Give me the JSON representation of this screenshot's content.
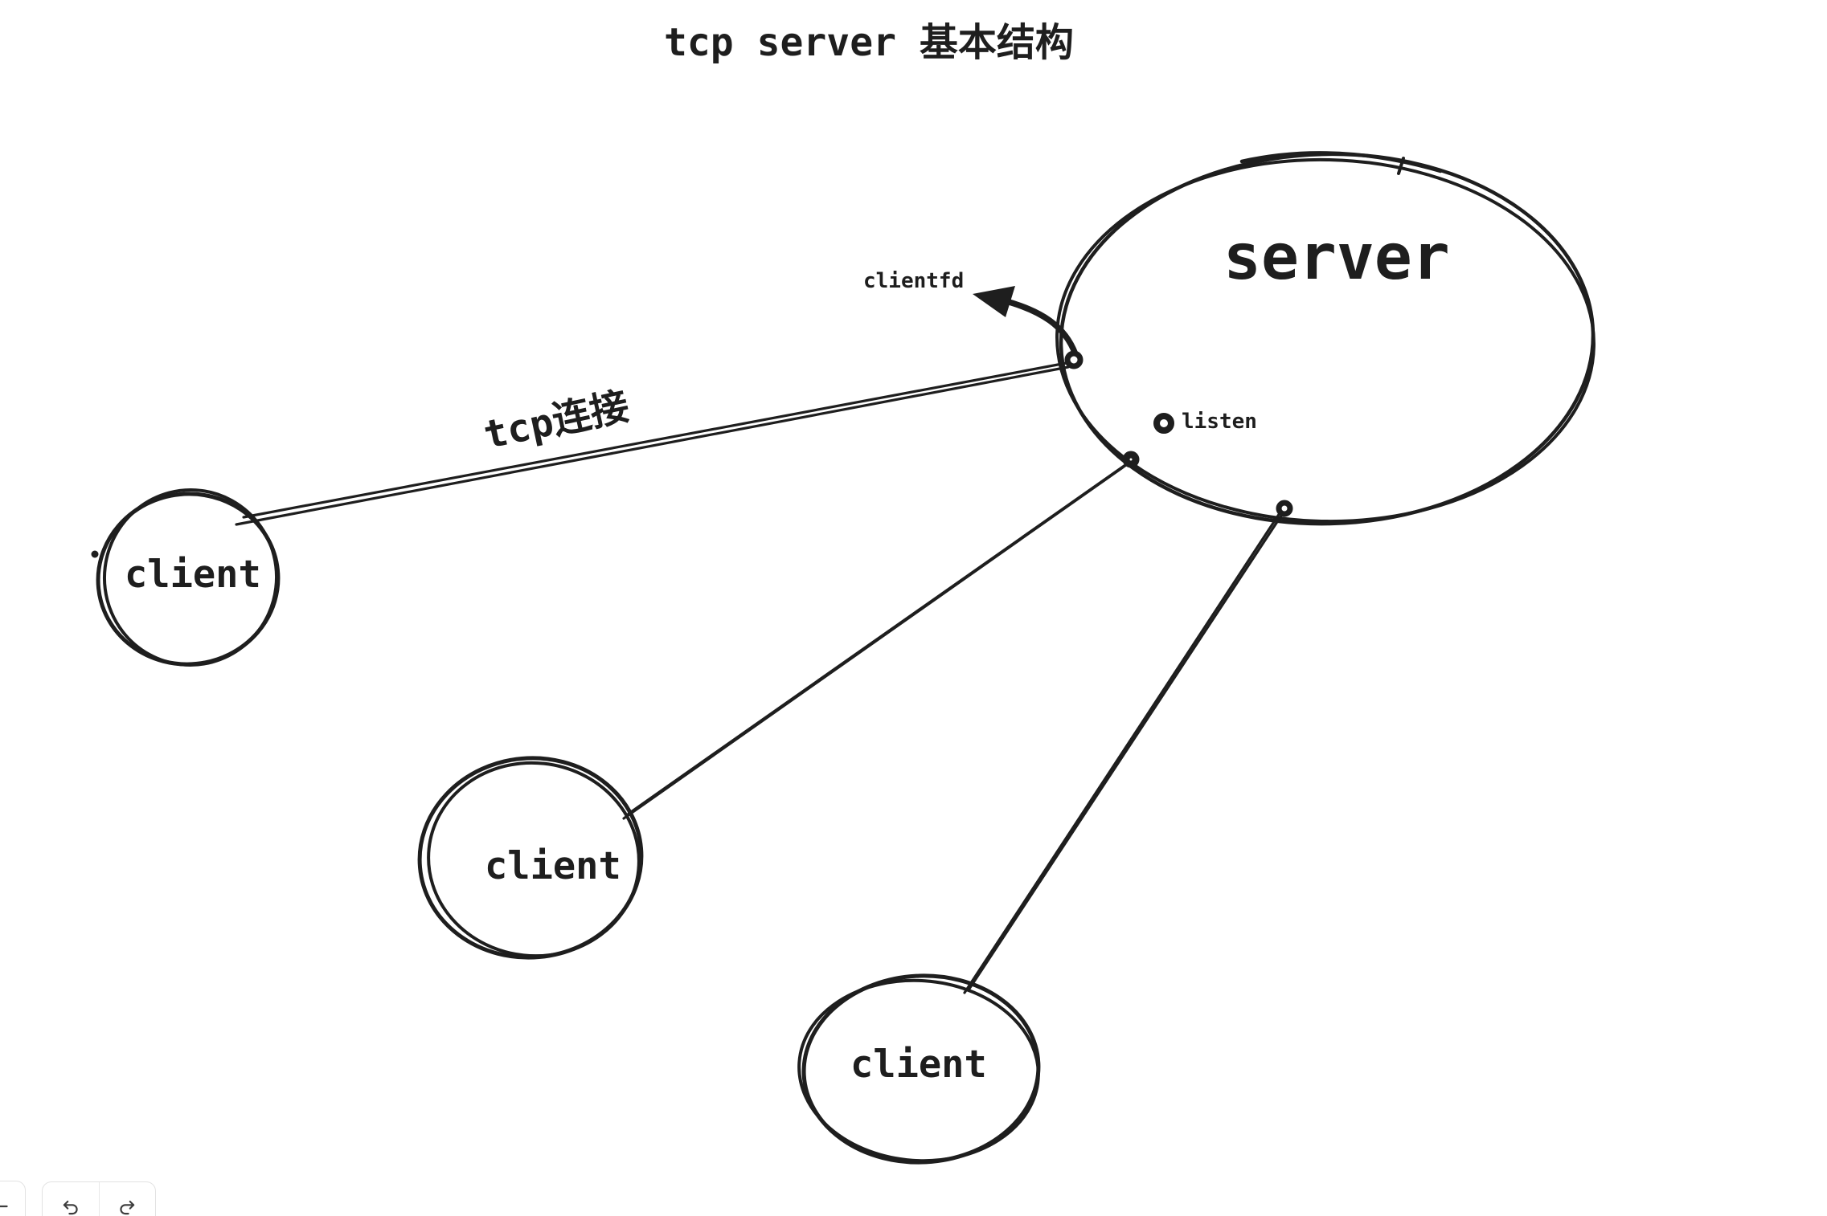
{
  "canvas": {
    "background": "#ffffff",
    "stroke_color": "#1e1e1e",
    "title": "tcp server 基本结构",
    "server": {
      "label": "server"
    },
    "listen": {
      "label": "listen"
    },
    "clientfd": {
      "label": "clientfd"
    },
    "tcp_link": {
      "label": "tcp连接"
    },
    "clients": [
      {
        "label": "client"
      },
      {
        "label": "client"
      },
      {
        "label": "client"
      }
    ]
  },
  "toolbar": {
    "zoom_out": {
      "icon": "minus-icon"
    },
    "undo": {
      "icon": "undo-arrow-icon"
    },
    "redo": {
      "icon": "redo-arrow-icon"
    }
  }
}
